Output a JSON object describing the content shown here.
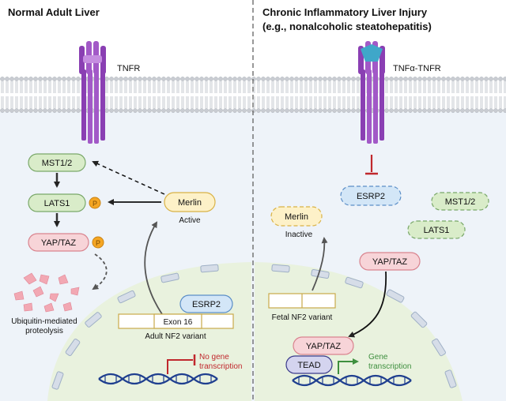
{
  "left_panel": {
    "title": "Normal Adult Liver",
    "receptor_label": "TNFR",
    "nodes": {
      "mst": "MST1/2",
      "lats": "LATS1",
      "yap": "YAP/TAZ",
      "merlin": "Merlin",
      "esrp2": "ESRP2"
    },
    "phospho": "P",
    "merlin_state": "Active",
    "degradation_caption_1": "Ubiquitin-mediated",
    "degradation_caption_2": "proteolysis",
    "exon_label": "Exon 16",
    "variant_label": "Adult NF2 variant",
    "outcome_1": "No gene",
    "outcome_2": "transcription"
  },
  "right_panel": {
    "title_1": "Chronic Inflammatory Liver Injury",
    "title_2": "(e.g., nonalcoholic steatohepatitis)",
    "receptor_label": "TNFα-TNFR",
    "nodes": {
      "esrp2": "ESRP2",
      "mst": "MST1/2",
      "lats": "LATS1",
      "merlin": "Merlin",
      "yap": "YAP/TAZ",
      "yap_nuclear": "YAP/TAZ",
      "tead": "TEAD"
    },
    "merlin_state": "Inactive",
    "variant_label": "Fetal NF2 variant",
    "outcome_1": "Gene",
    "outcome_2": "transcription"
  },
  "colors": {
    "mst_fill": "#d9ecc9",
    "mst_stroke": "#7aa86a",
    "yap_fill": "#f7d4d8",
    "yap_stroke": "#d9838e",
    "merlin_fill": "#fdf1c8",
    "merlin_stroke": "#d9b246",
    "esrp_fill": "#d3e6f7",
    "esrp_stroke": "#5b8ec7",
    "tead_fill": "#d4d4ef",
    "receptor": "#8a3fb3",
    "receptor_light": "#c58de0",
    "ligand": "#3fa7c9",
    "inhibit": "#c0282d",
    "activate": "#3e8f3e",
    "dna": "#1f3f8f"
  }
}
